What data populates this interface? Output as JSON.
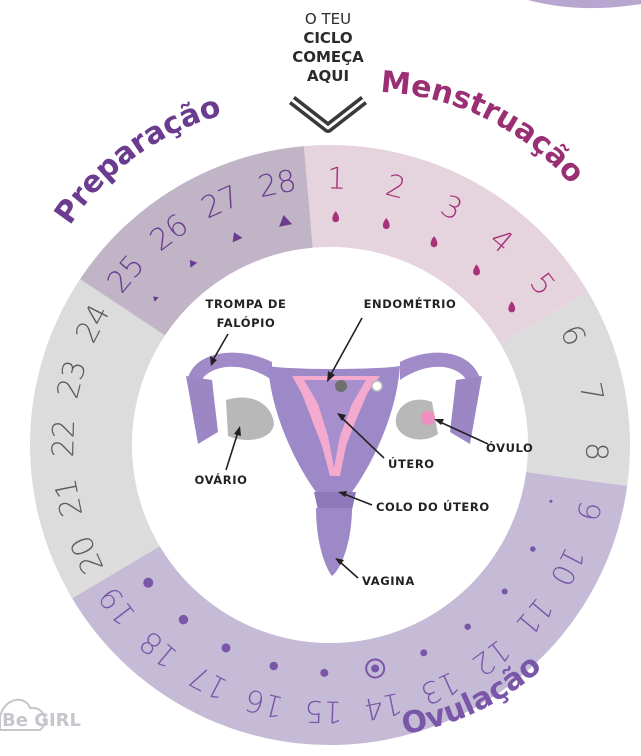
{
  "start_marker": {
    "line1": "O TEU",
    "line2": "CICLO",
    "line3": "COMEÇA",
    "line4": "AQUI"
  },
  "phases": {
    "preparation": "Preparação",
    "menstruation": "Menstruação",
    "ovulation": "Ovulação"
  },
  "days": [
    "1",
    "2",
    "3",
    "4",
    "5",
    "6",
    "7",
    "8",
    "9",
    "10",
    "11",
    "12",
    "13",
    "14",
    "15",
    "16",
    "17",
    "18",
    "19",
    "20",
    "21",
    "22",
    "23",
    "24",
    "25",
    "26",
    "27",
    "28"
  ],
  "labels": {
    "fallopian_line1": "TROMPA DE",
    "fallopian_line2": "FALÓPIO",
    "endometrium": "ENDOMÉTRIO",
    "ovary": "OVÁRIO",
    "uterus": "ÚTERO",
    "ovum": "ÓVULO",
    "cervix": "COLO DO ÚTERO",
    "vagina": "VAGINA"
  },
  "brand": {
    "name": "Be GIRL"
  },
  "colors": {
    "menstruation_band": "#e5d3de",
    "neutral_band": "#dcdcdc",
    "ovulation_band": "#c6bbd6",
    "preparation_band": "#c0b4c6",
    "menstruation_text": "#a8327a",
    "ovulation_text": "#7a56a8",
    "preparation_text": "#6b3b8f",
    "uterus": "#9c88c6",
    "endometrium": "#f3a8cd"
  }
}
